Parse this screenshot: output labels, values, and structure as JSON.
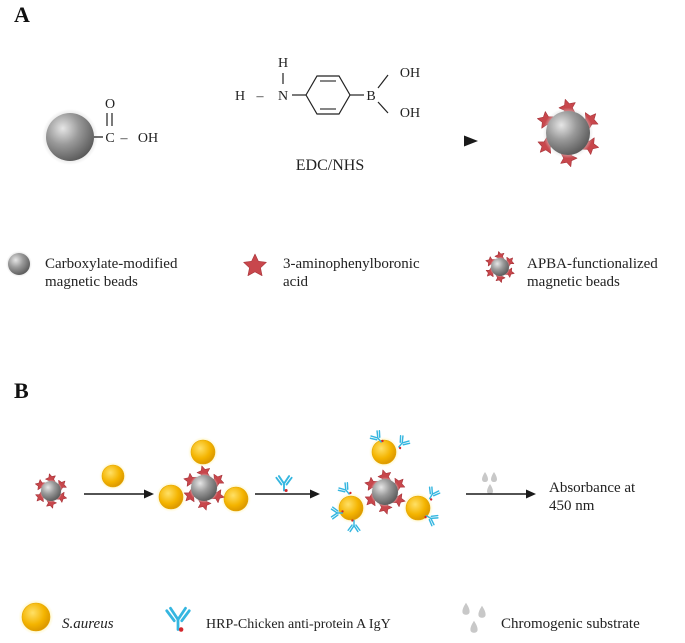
{
  "panel_a": {
    "letter": "A",
    "molecule": {
      "h_top": "H",
      "h_left": "H",
      "dash": "–",
      "n": "N",
      "b": "B",
      "oh_top": "OH",
      "oh_bottom": "OH"
    },
    "carboxyl": {
      "o": "O",
      "c": "C",
      "dash": "–",
      "oh": "OH"
    },
    "reaction_label": "EDC/NHS",
    "legend": [
      {
        "line1": "Carboxylate-modified",
        "line2": "magnetic beads"
      },
      {
        "line1": "3-aminophenylboronic",
        "line2": "acid"
      },
      {
        "line1": "APBA-functionalized",
        "line2": "magnetic beads"
      }
    ]
  },
  "panel_b": {
    "letter": "B",
    "result_line1": "Absorbance at",
    "result_line2": "450 nm",
    "legend": [
      {
        "label": "S.aureus"
      },
      {
        "label": "HRP-Chicken anti-protein A IgY"
      },
      {
        "label": "Chromogenic substrate"
      }
    ]
  },
  "colors": {
    "bead": "#8a8a8a",
    "star": "#c8474c",
    "bacteria": "#f2b705",
    "antibody": "#35b6e0",
    "hrp": "#d2262b",
    "drop": "#c8c8c8",
    "arrow": "#1a1a1a"
  }
}
